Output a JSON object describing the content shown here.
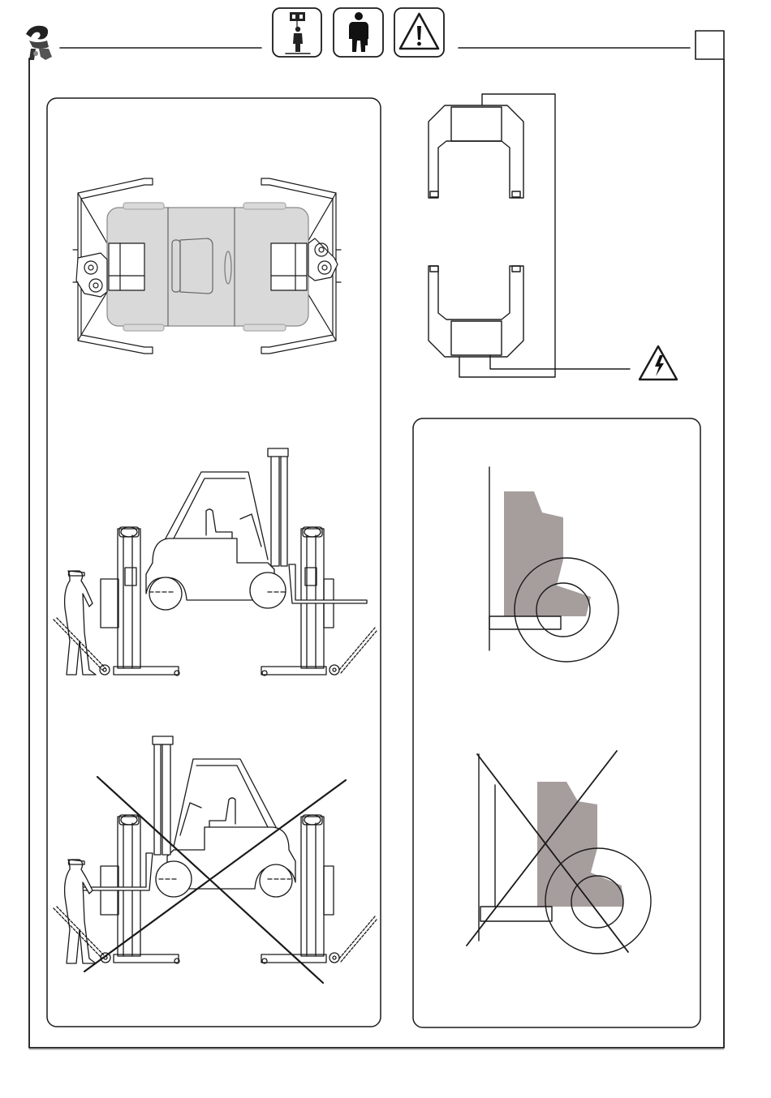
{
  "page": {
    "page_number_box": "",
    "header_icons": [
      "lift-operation-icon",
      "operator-icon",
      "warning-triangle-icon"
    ],
    "logo": "brand-logo-icon",
    "panels": {
      "top_left": "vehicle-top-view-on-lift",
      "top_right": "column-wiring-diagram",
      "middle_left": "correct-forklift-positioning",
      "bottom_left": "incorrect-forklift-positioning",
      "right_correct": "correct-wheel-fork-placement",
      "right_incorrect": "incorrect-wheel-fork-placement"
    },
    "hazard_symbol": "electric-hazard-icon"
  }
}
